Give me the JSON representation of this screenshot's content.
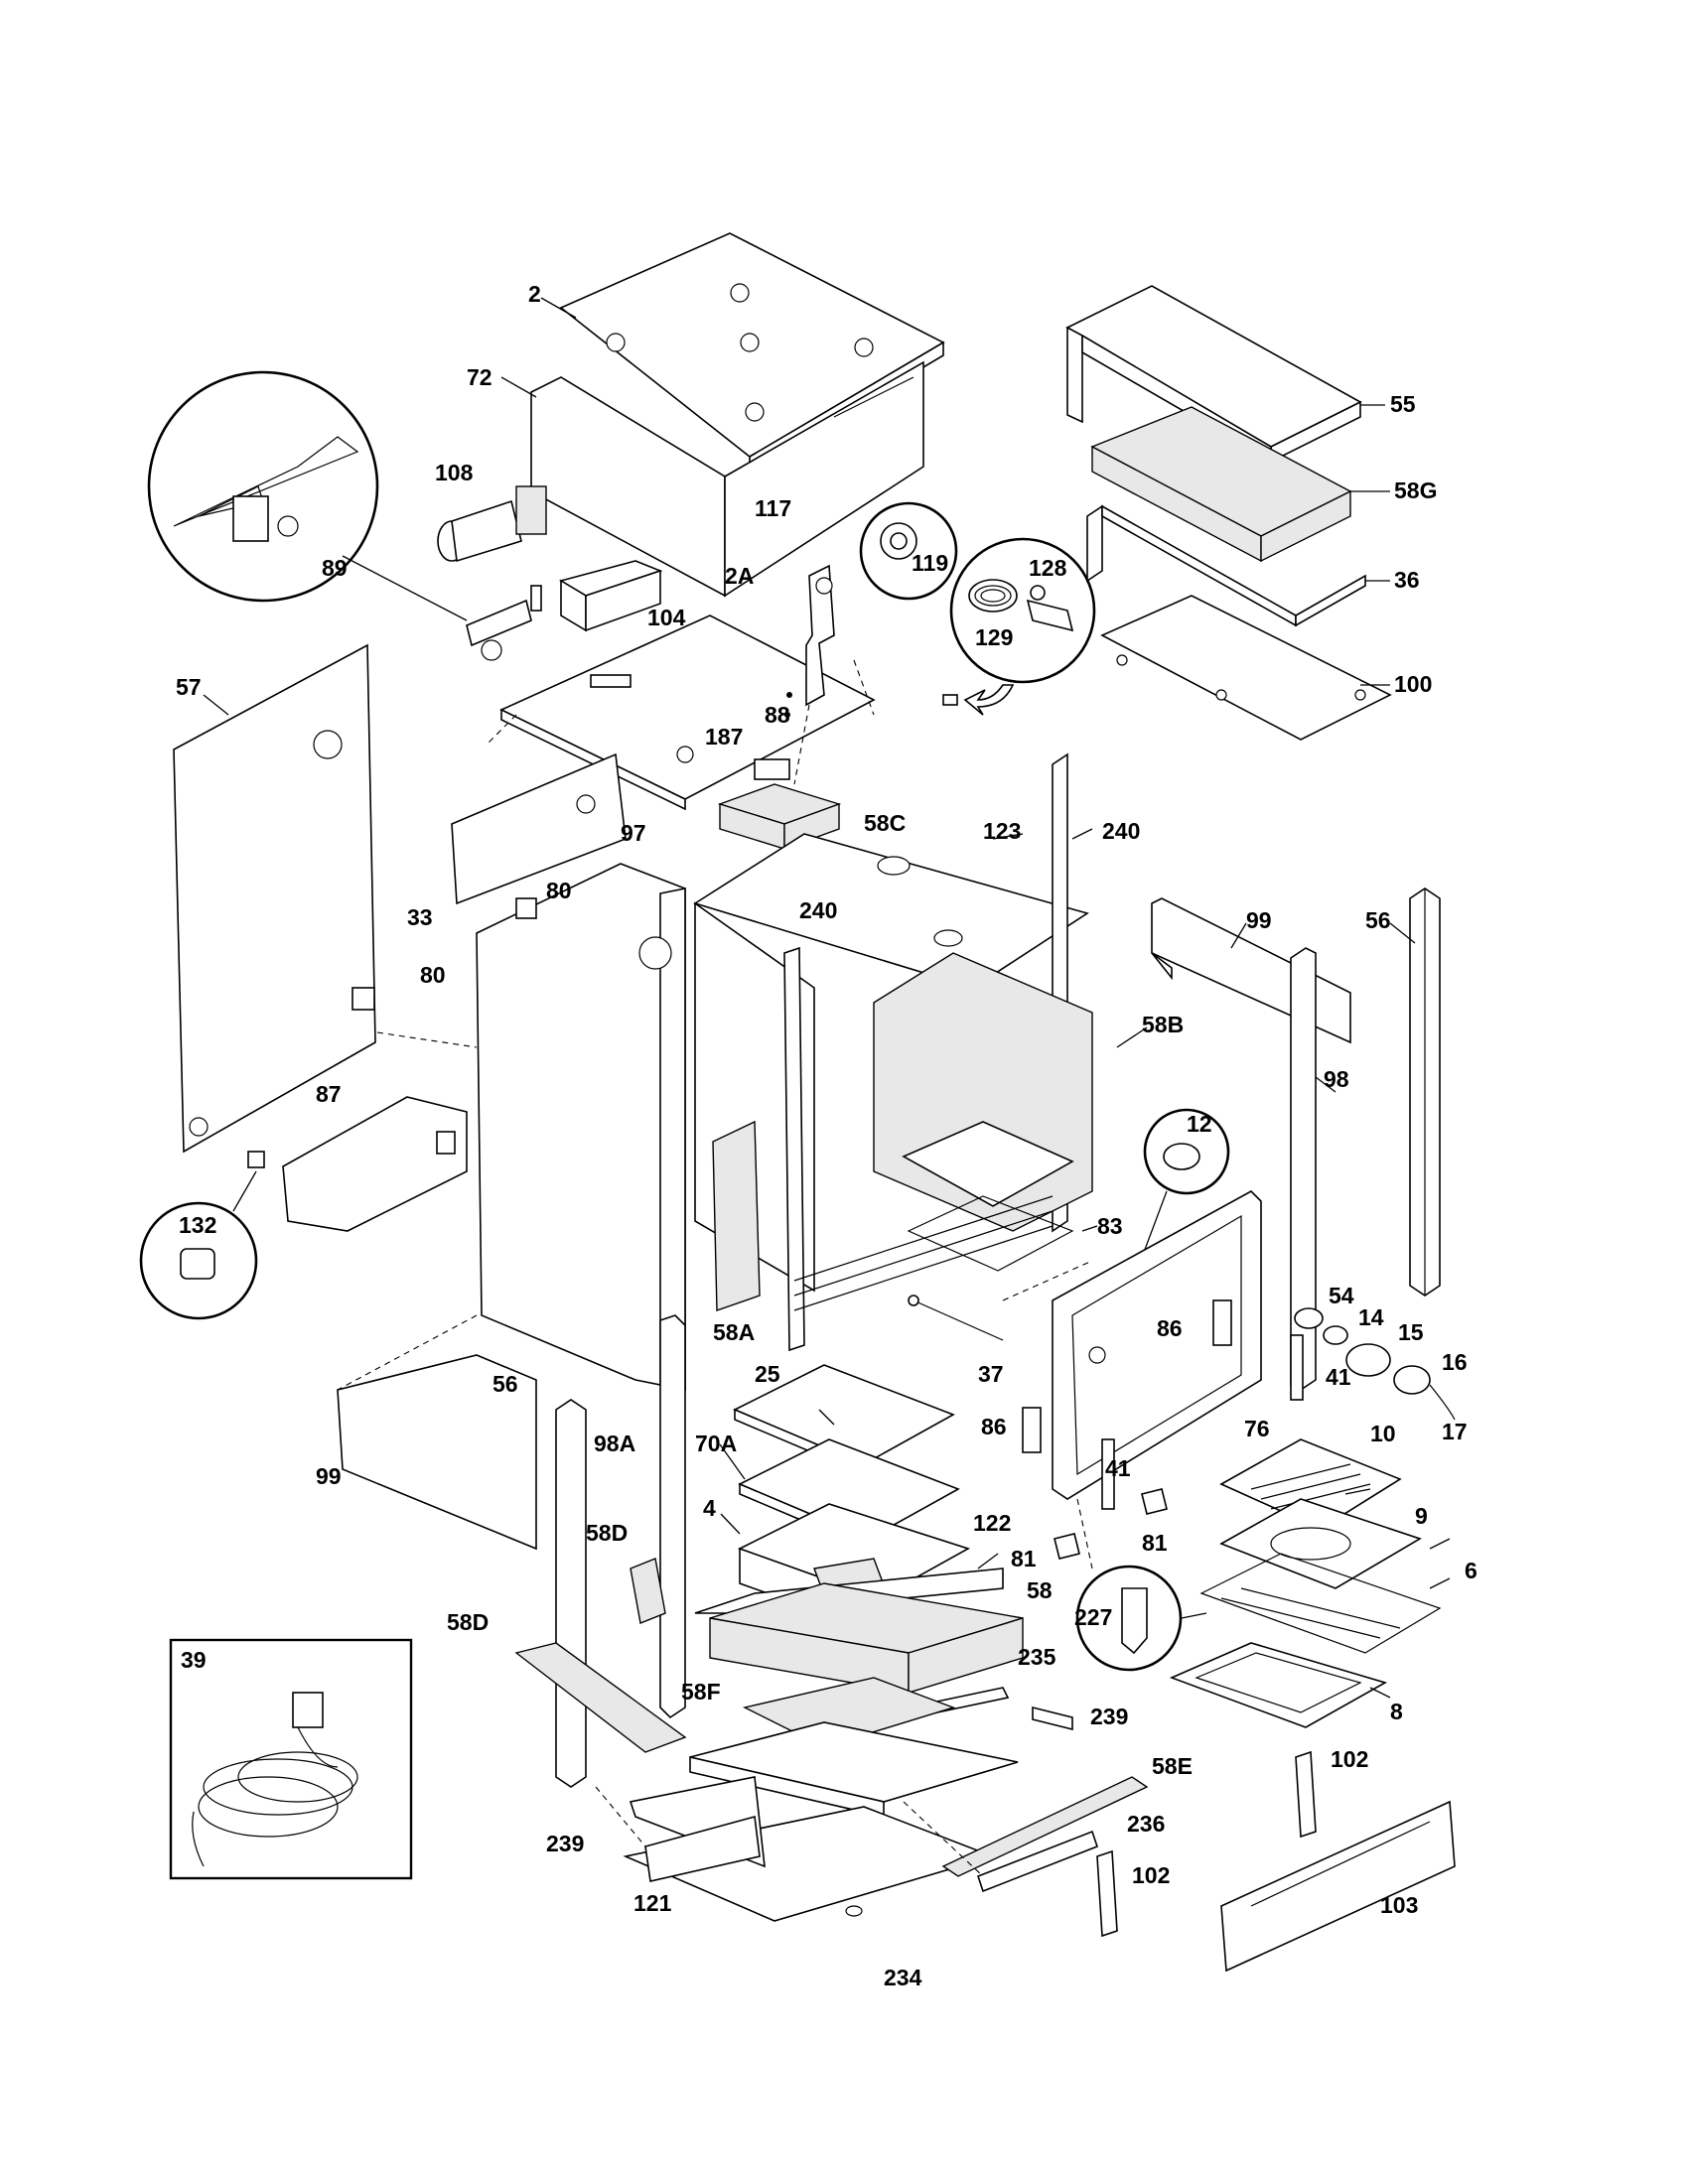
{
  "callouts": [
    {
      "id": "2",
      "text": "2"
    },
    {
      "id": "72",
      "text": "72"
    },
    {
      "id": "108",
      "text": "108"
    },
    {
      "id": "89",
      "text": "89"
    },
    {
      "id": "117",
      "text": "117"
    },
    {
      "id": "119",
      "text": "119"
    },
    {
      "id": "128",
      "text": "128"
    },
    {
      "id": "129",
      "text": "129"
    },
    {
      "id": "2A",
      "text": "2A"
    },
    {
      "id": "104",
      "text": "104"
    },
    {
      "id": "55",
      "text": "55"
    },
    {
      "id": "58G",
      "text": "58G"
    },
    {
      "id": "36",
      "text": "36"
    },
    {
      "id": "100",
      "text": "100"
    },
    {
      "id": "57",
      "text": "57"
    },
    {
      "id": "187",
      "text": "187"
    },
    {
      "id": "88",
      "text": "88"
    },
    {
      "id": "58C",
      "text": "58C"
    },
    {
      "id": "123",
      "text": "123"
    },
    {
      "id": "240a",
      "text": "240"
    },
    {
      "id": "240b",
      "text": "240"
    },
    {
      "id": "33",
      "text": "33"
    },
    {
      "id": "97",
      "text": "97"
    },
    {
      "id": "80a",
      "text": "80"
    },
    {
      "id": "80b",
      "text": "80"
    },
    {
      "id": "99a",
      "text": "99"
    },
    {
      "id": "56a",
      "text": "56"
    },
    {
      "id": "58B",
      "text": "58B"
    },
    {
      "id": "98",
      "text": "98"
    },
    {
      "id": "87",
      "text": "87"
    },
    {
      "id": "12",
      "text": "12"
    },
    {
      "id": "132",
      "text": "132"
    },
    {
      "id": "83",
      "text": "83"
    },
    {
      "id": "54",
      "text": "54"
    },
    {
      "id": "14",
      "text": "14"
    },
    {
      "id": "15",
      "text": "15"
    },
    {
      "id": "16",
      "text": "16"
    },
    {
      "id": "58A",
      "text": "58A"
    },
    {
      "id": "37",
      "text": "37"
    },
    {
      "id": "86a",
      "text": "86"
    },
    {
      "id": "41a",
      "text": "41"
    },
    {
      "id": "17",
      "text": "17"
    },
    {
      "id": "25",
      "text": "25"
    },
    {
      "id": "56b",
      "text": "56"
    },
    {
      "id": "76",
      "text": "76"
    },
    {
      "id": "86b",
      "text": "86"
    },
    {
      "id": "70A",
      "text": "70A"
    },
    {
      "id": "98A",
      "text": "98A"
    },
    {
      "id": "10",
      "text": "10"
    },
    {
      "id": "99b",
      "text": "99"
    },
    {
      "id": "41b",
      "text": "41"
    },
    {
      "id": "4",
      "text": "4"
    },
    {
      "id": "9",
      "text": "9"
    },
    {
      "id": "122",
      "text": "122"
    },
    {
      "id": "58D_a",
      "text": "58D"
    },
    {
      "id": "81a",
      "text": "81"
    },
    {
      "id": "81b",
      "text": "81"
    },
    {
      "id": "6",
      "text": "6"
    },
    {
      "id": "58",
      "text": "58"
    },
    {
      "id": "227",
      "text": "227"
    },
    {
      "id": "58D_b",
      "text": "58D"
    },
    {
      "id": "39",
      "text": "39"
    },
    {
      "id": "235",
      "text": "235"
    },
    {
      "id": "58F",
      "text": "58F"
    },
    {
      "id": "239a",
      "text": "239"
    },
    {
      "id": "8",
      "text": "8"
    },
    {
      "id": "58E",
      "text": "58E"
    },
    {
      "id": "102a",
      "text": "102"
    },
    {
      "id": "239b",
      "text": "239"
    },
    {
      "id": "236",
      "text": "236"
    },
    {
      "id": "102b",
      "text": "102"
    },
    {
      "id": "121",
      "text": "121"
    },
    {
      "id": "103",
      "text": "103"
    },
    {
      "id": "234",
      "text": "234"
    }
  ]
}
